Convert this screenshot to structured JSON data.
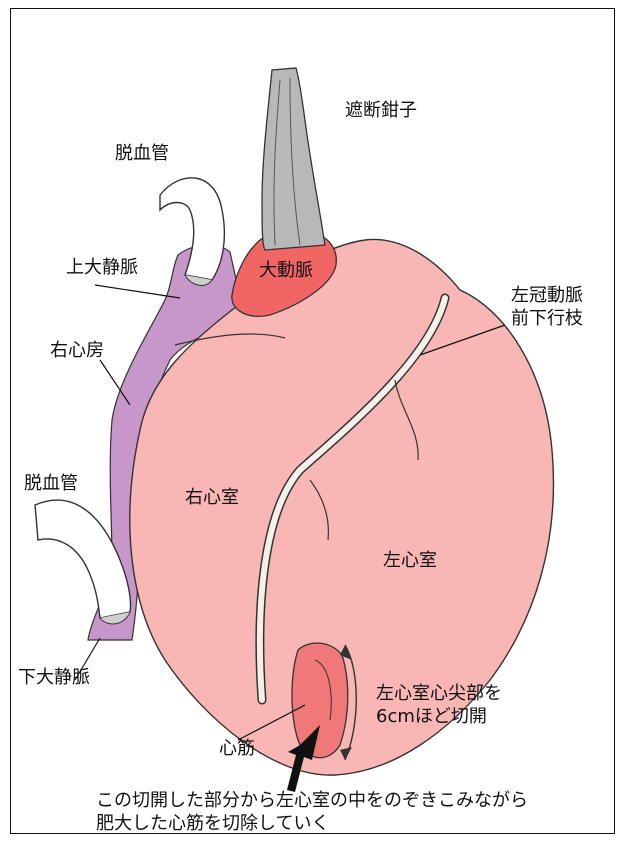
{
  "labels": {
    "clamp": "遮断鉗子",
    "drain_tube_top": "脱血管",
    "aorta": "大動脈",
    "svc": "上大静脈",
    "lad_line1": "左冠動脈",
    "lad_line2": "前下行枝",
    "right_atrium": "右心房",
    "right_ventricle": "右心室",
    "drain_tube_bottom": "脱血管",
    "left_ventricle": "左心室",
    "incision_line1": "左心室心尖部を",
    "incision_line2": "6cmほど切開",
    "ivc": "下大静脈",
    "muscle": "心筋",
    "caption_line1": "この切開した部分から左心室の中をのぞきこみながら",
    "caption_line2": "肥大した心筋を切除していく"
  },
  "colors": {
    "heart": "#f8b7b4",
    "vein": "#c797c9",
    "aorta": "#f26565",
    "clamp": "#b8b8b8",
    "tube": "#ffffff",
    "vessel_stripe": "#f4f0ea",
    "incision": "#f07878"
  }
}
